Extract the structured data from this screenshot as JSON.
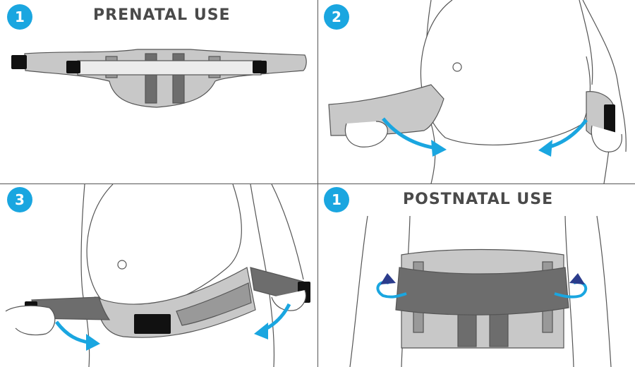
{
  "panels": [
    {
      "step": "1",
      "title": "PRENATAL USE"
    },
    {
      "step": "2"
    },
    {
      "step": "3"
    },
    {
      "step": "1",
      "title": "POSTNATAL USE"
    }
  ],
  "colors": {
    "badge": "#1aa6e0",
    "arrow": "#1aa6e0",
    "arrow_dark": "#2b3c8c",
    "belt_light": "#c8c8c8",
    "belt_mid": "#999999",
    "belt_dark": "#6d6d6d",
    "strap": "#dcdcdc",
    "fastener": "#111111"
  },
  "icons": [
    "curved-arrow-icon",
    "hand-icon"
  ]
}
